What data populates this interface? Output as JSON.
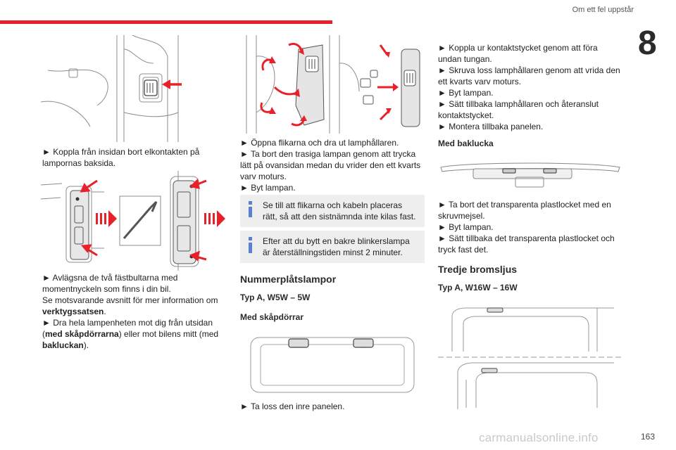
{
  "header": {
    "running_head": "Om ett fel uppstår",
    "chapter": "8",
    "page_number": "163"
  },
  "watermark": "carmanualsonline.info",
  "col1": {
    "step1": "► Koppla från insidan bort elkontakten på lampornas baksida.",
    "step2": {
      "line1": "► Avlägsna de två fästbultarna med momentnyckeln som finns i din bil.",
      "line2_pre": "Se motsvarande avsnitt för mer information om ",
      "line2_bold": "verktygssatsen",
      "line2_post": ".",
      "line3_pre": "► Dra hela lampenheten mot dig från utsidan (",
      "line3_bold1": "med skåpdörrarna",
      "line3_mid": ") eller mot bilens mitt (med ",
      "line3_bold2": "bakluckan",
      "line3_post": ")."
    }
  },
  "col2": {
    "steps": [
      "► Öppna flikarna och dra ut lamphållaren.",
      "► Ta bort den trasiga lampan genom att trycka lätt på ovansidan medan du vrider den ett kvarts varv moturs.",
      "► Byt lampan."
    ],
    "info1": "Se till att flikarna och kabeln placeras rätt, så att den sistnämnda inte kilas fast.",
    "info2": "Efter att du bytt en bakre blinkerslampa är återställningstiden minst 2 minuter.",
    "section_title": "Nummerplåtslampor",
    "type_label": "Typ A, W5W – 5W",
    "sub_label": "Med skåpdörrar",
    "step_last": "► Ta loss den inre panelen."
  },
  "col3": {
    "steps": [
      "► Koppla ur kontaktstycket genom att föra undan tungan.",
      "► Skruva loss lamphållaren genom att vrida den ett kvarts varv moturs.",
      "► Byt lampan.",
      "► Sätt tillbaka lamphållaren och återanslut kontaktstycket.",
      "► Montera tillbaka panelen."
    ],
    "sub_label": "Med baklucka",
    "steps2": [
      "► Ta bort det transparenta plastlocket med en skruvmejsel.",
      "► Byt lampan.",
      "► Sätt tillbaka det transparenta plastlocket och tryck fast det."
    ],
    "section_title": "Tredje bromsljus",
    "type_label": "Typ A, W16W – 16W"
  },
  "colors": {
    "accent": "#e8202a",
    "info_blue": "#5b7fd6",
    "box_bg": "#eeeeee",
    "line_gray": "#8c8c8c"
  }
}
